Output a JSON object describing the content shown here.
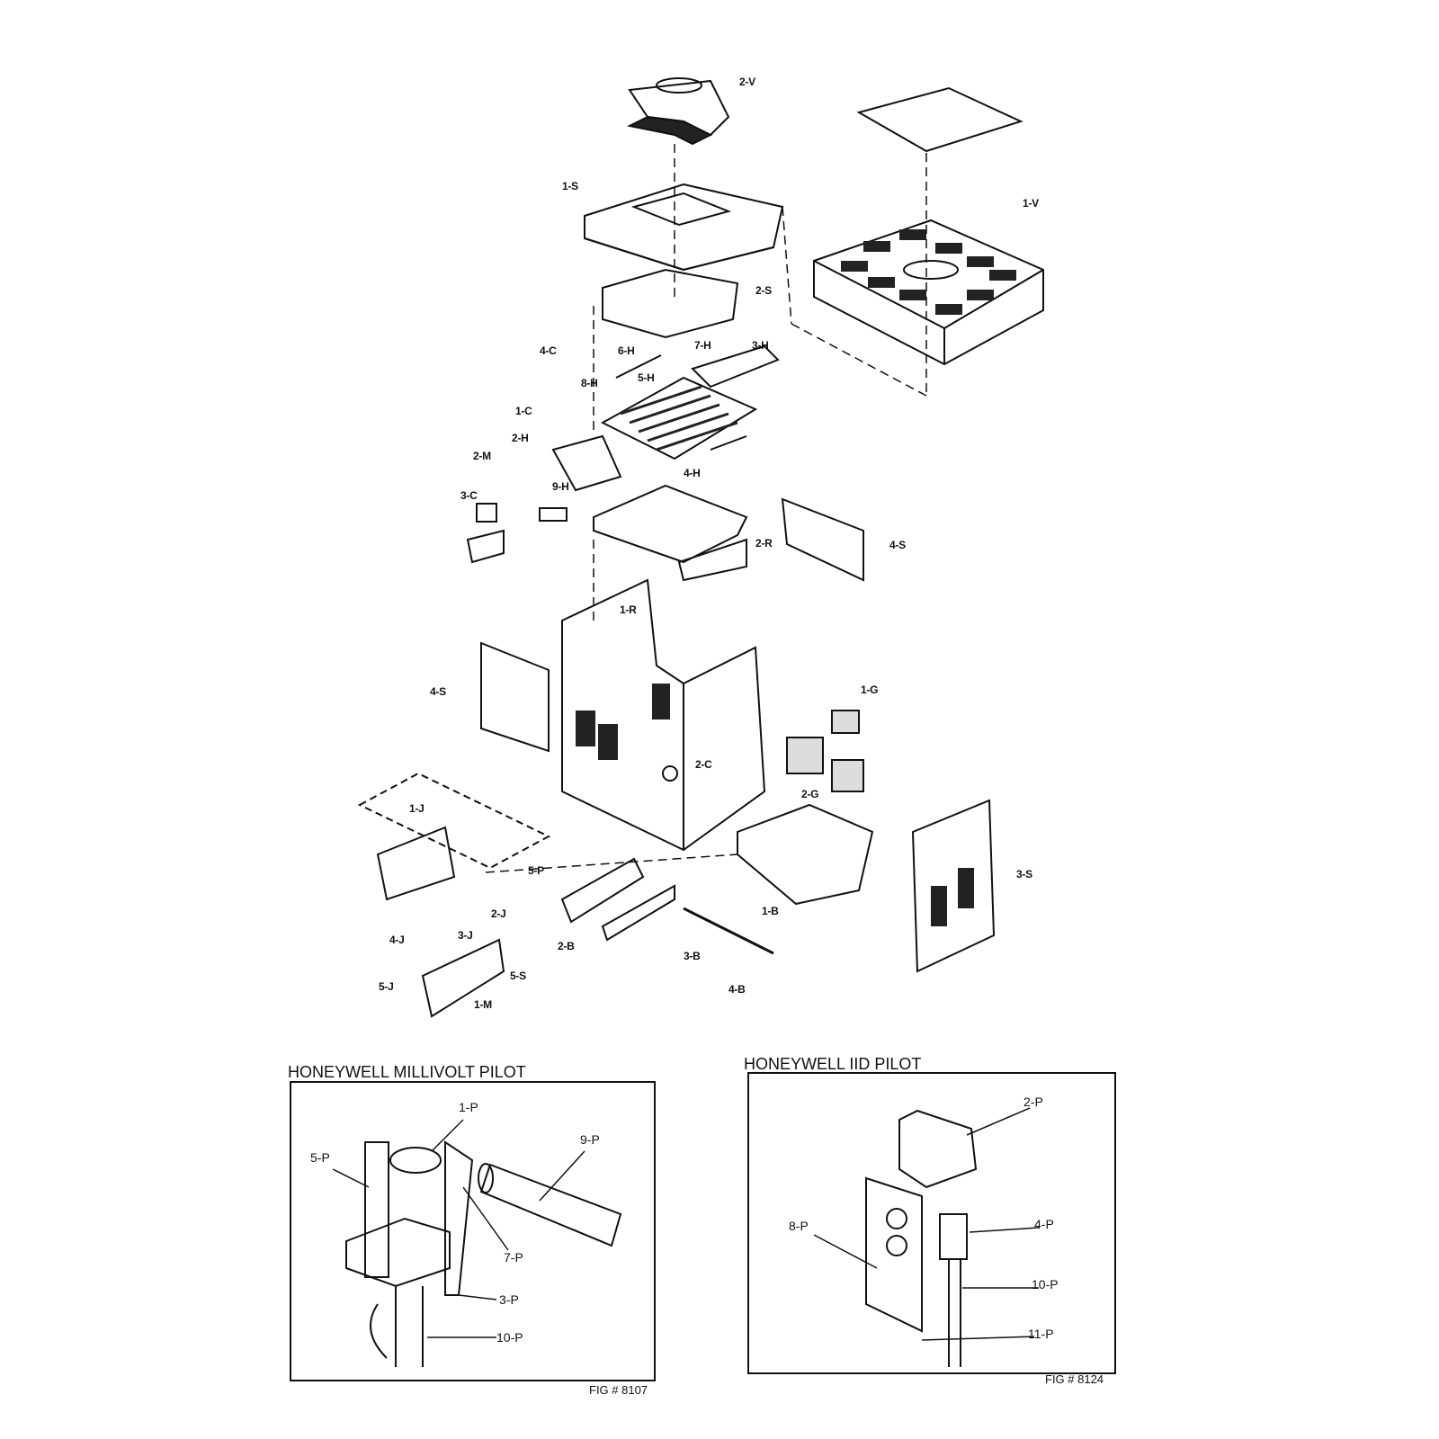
{
  "main_diagram": {
    "part_labels": [
      "2-V",
      "1-S",
      "1-V",
      "2-S",
      "4-C",
      "6-H",
      "7-H",
      "3-H",
      "8-H",
      "5-H",
      "1-C",
      "2-H",
      "2-M",
      "4-H",
      "9-H",
      "3-C",
      "2-R",
      "4-S",
      "1-R",
      "4-S",
      "1-G",
      "2-C",
      "2-G",
      "1-J",
      "5-P",
      "3-S",
      "2-J",
      "3-J",
      "1-B",
      "4-J",
      "2-B",
      "3-B",
      "5-S",
      "5-J",
      "4-B",
      "1-M"
    ]
  },
  "millivolt_pilot": {
    "title": "HONEYWELL MILLIVOLT PILOT",
    "labels": [
      "1-P",
      "9-P",
      "5-P",
      "7-P",
      "3-P",
      "10-P"
    ],
    "fig": "FIG # 8107"
  },
  "iid_pilot": {
    "title": "HONEYWELL IID PILOT",
    "labels": [
      "2-P",
      "8-P",
      "4-P",
      "10-P",
      "11-P"
    ],
    "fig": "FIG # 8124"
  }
}
